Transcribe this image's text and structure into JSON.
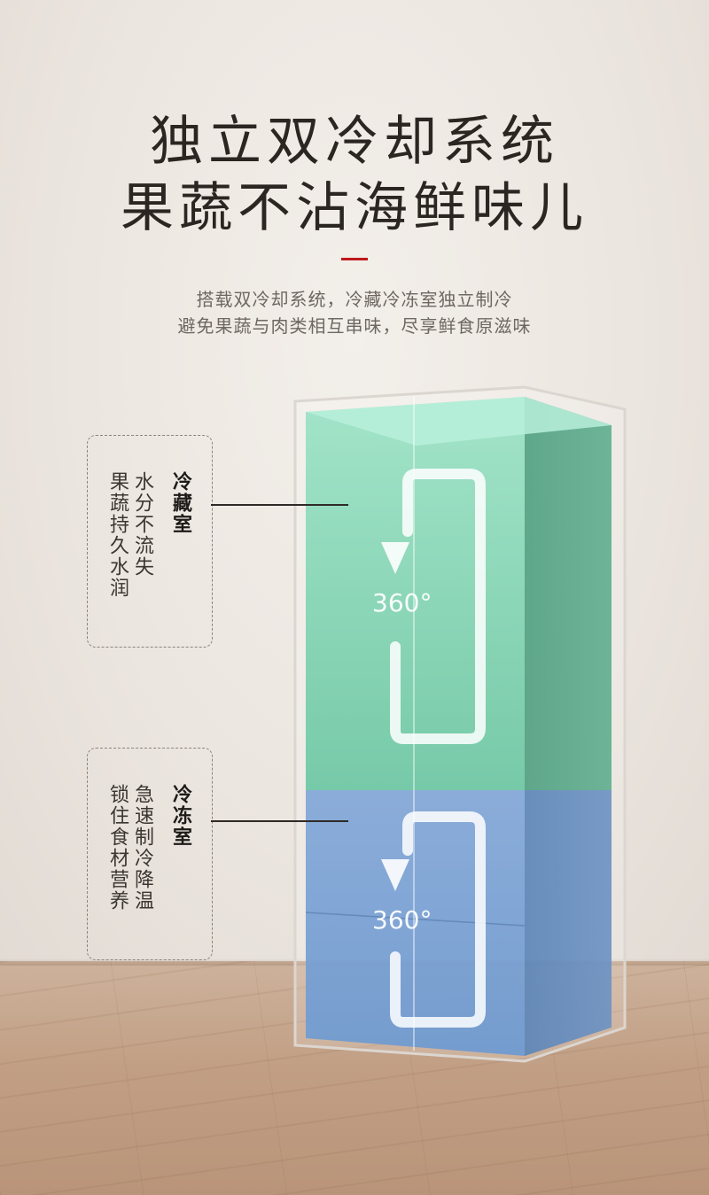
{
  "heading": {
    "line1": "独立双冷却系统",
    "line2": "果蔬不沾海鲜味儿"
  },
  "subtitle": {
    "line1": "搭载双冷却系统，冷藏冷冻室独立制冷",
    "line2": "避免果蔬与肉类相互串味，尽享鲜食原滋味"
  },
  "fridge_compartment": {
    "name": "冷藏室",
    "col1": "水分不流失",
    "col2": "果蔬持久水润",
    "rotation_label": "360°",
    "color": "#5fb89a"
  },
  "freezer_compartment": {
    "name": "冷冻室",
    "col1": "急速制冷降温",
    "col2": "锁住食材营养",
    "rotation_label": "360°",
    "color": "#6a98cc"
  },
  "accent_color": "#c0191d"
}
